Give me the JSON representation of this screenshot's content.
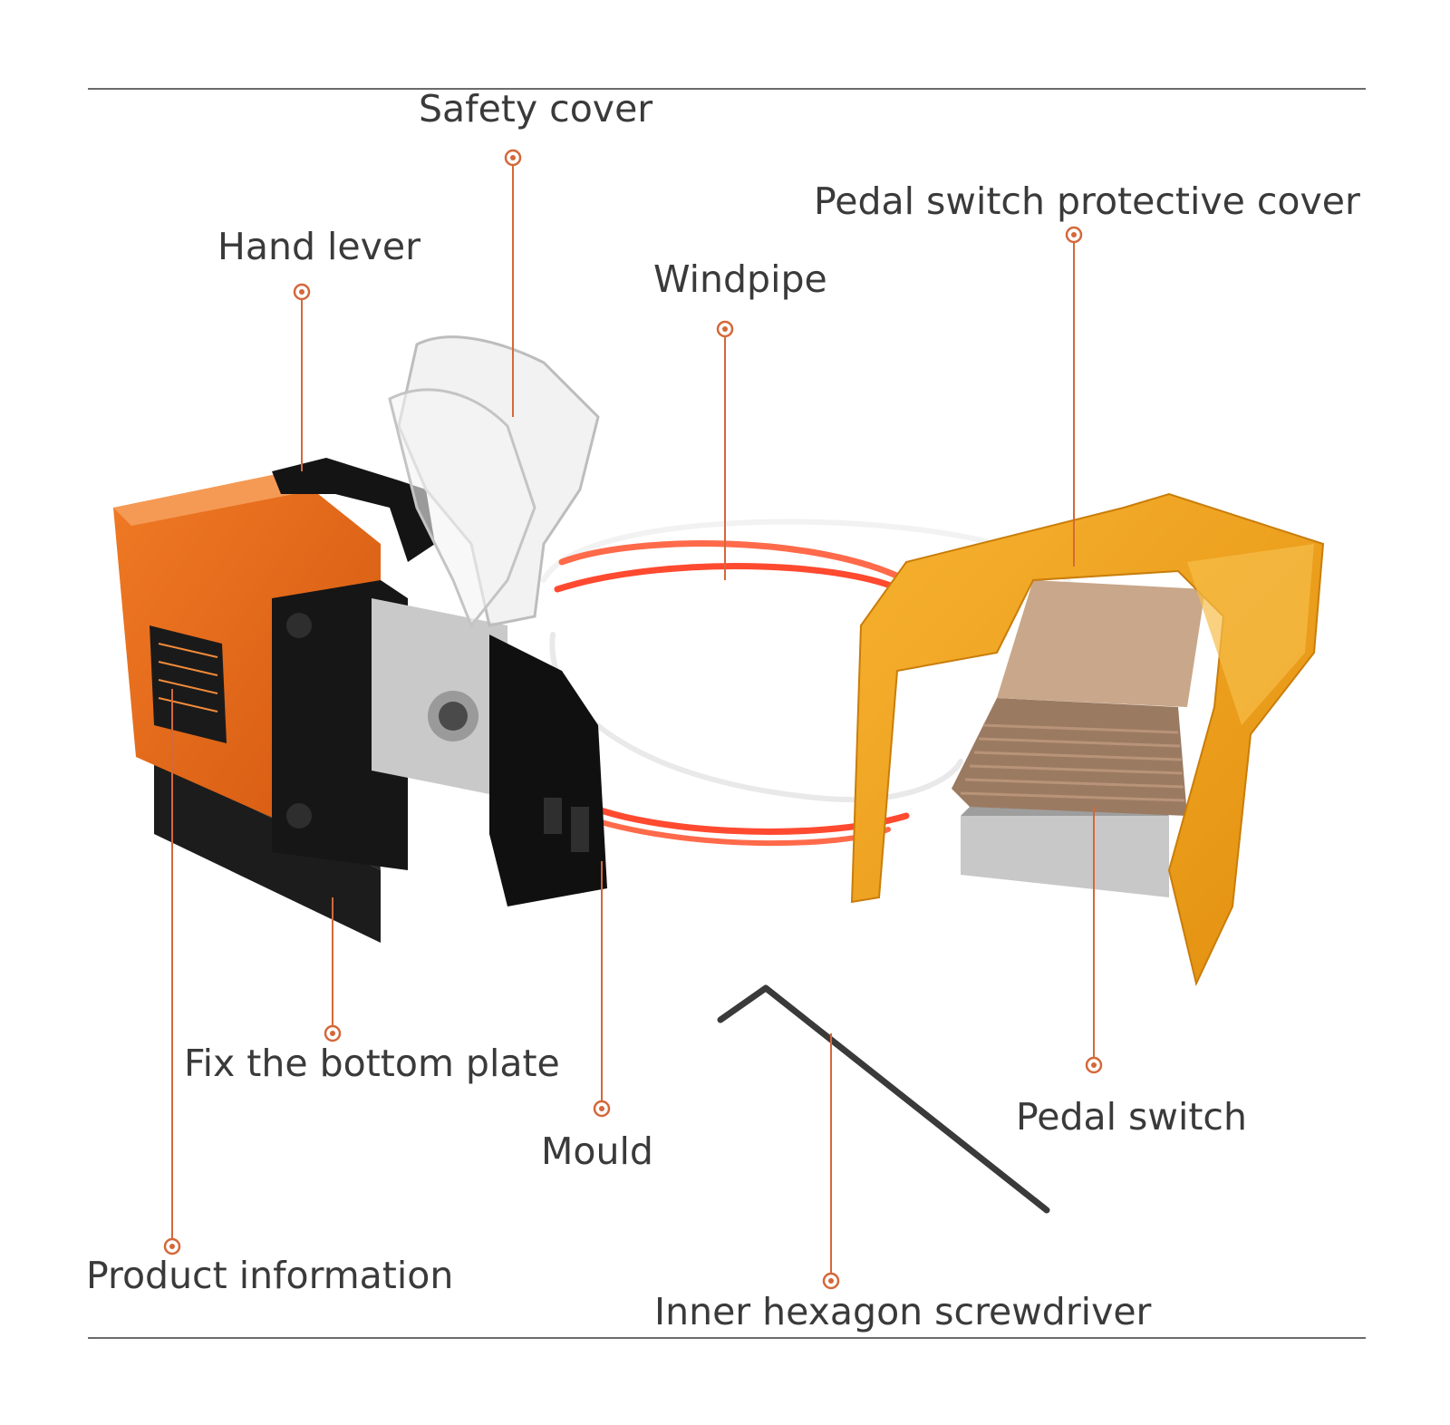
{
  "labels": {
    "safety_cover": "Safety cover",
    "pedal_switch_protective_cover": "Pedal switch protective cover",
    "hand_lever": "Hand lever",
    "windpipe": "Windpipe",
    "fix_bottom_plate": "Fix the bottom plate",
    "mould": "Mould",
    "pedal_switch": "Pedal switch",
    "product_information": "Product information",
    "inner_hexagon_screwdriver": "Inner hexagon screwdriver"
  },
  "colors": {
    "leader_line": "#d4683a",
    "crimper_body": "#e8661a",
    "pedal_cover": "#f0a21e",
    "hose_red": "#ff5a3c",
    "rule": "#6b6b6b"
  }
}
